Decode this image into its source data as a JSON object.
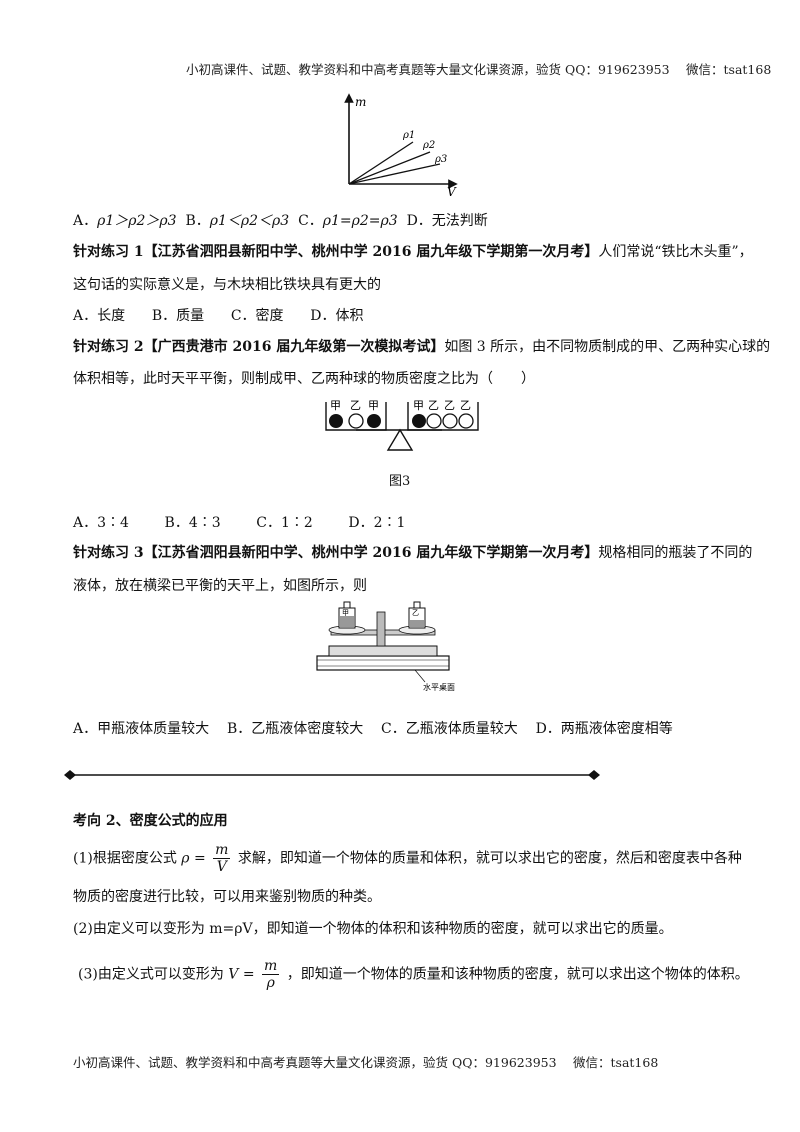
{
  "header_text": "小初高课件、试题、教学资料和中高考真题等大量文化课资源，验货 QQ：919623953　 微信：tsat168",
  "footer_text": "小初高课件、试题、教学资料和中高考真题等大量文化课资源，验货 QQ：919623953　 微信：tsat168",
  "graph1": {
    "y_axis_label": "m",
    "x_axis_label": "V",
    "line_labels": [
      "ρ1",
      "ρ2",
      "ρ3"
    ]
  },
  "q0_options": {
    "a_prefix": "A．",
    "a_text": "ρ1＞ρ2＞ρ3",
    "b_prefix": "B．",
    "b_text": "ρ1＜ρ2＜ρ3",
    "c_prefix": "C．",
    "c_text": "ρ1=ρ2=ρ3",
    "d_text": "D．无法判断"
  },
  "q1": {
    "label": "针对练习 1",
    "source": "【江苏省泗阳县新阳中学、桃州中学 2016 届九年级下学期第一次月考】",
    "stem_line1": "人们常说“铁比木头重”，",
    "stem_line2": "这句话的实际意义是，与木块相比铁块具有更大的",
    "options": [
      "A．长度",
      "B．质量",
      "C．密度",
      "D．体积"
    ]
  },
  "q2": {
    "label": "针对练习 2",
    "source": "【广西贵港市 2016 届九年级第一次模拟考试】",
    "stem_line1": "如图 3 所示，由不同物质制成的甲、乙两种实心球的",
    "stem_line2": "体积相等，此时天平平衡，则制成甲、乙两种球的物质密度之比为（　　）",
    "left_ball_labels": [
      "甲",
      "乙",
      "甲"
    ],
    "right_ball_labels": [
      "甲",
      "乙",
      "乙",
      "乙"
    ],
    "figure_caption": "图3",
    "options": [
      "A．3∶4",
      "B．4∶3",
      "C．1∶2",
      "D．2∶1"
    ]
  },
  "q3": {
    "label": "针对练习 3",
    "source": "【江苏省泗阳县新阳中学、桃州中学 2016 届九年级下学期第一次月考】",
    "stem_line1": "规格相同的瓶装了不同的",
    "stem_line2": "液体，放在横梁已平衡的天平上，如图所示，则",
    "bottle_labels": [
      "甲",
      "乙"
    ],
    "desk_label": "水平桌面",
    "options": [
      "A．甲瓶液体质量较大",
      "B．乙瓶液体密度较大",
      "C．乙瓶液体质量较大",
      "D．两瓶液体密度相等"
    ]
  },
  "section2": {
    "title": "考向 2、密度公式的应用",
    "p1_prefix": "(1)根据密度公式",
    "p1_lhs": "ρ =",
    "p1_num": "m",
    "p1_den": "V",
    "p1_rest": "求解，即知道一个物体的质量和体积，就可以求出它的密度，然后和密度表中各种",
    "p1_line2": "物质的密度进行比较，可以用来鉴别物质的种类。",
    "p2": "(2)由定义可以变形为 m=ρV，即知道一个物体的体积和该种物质的密度，就可以求出它的质量。",
    "p3_prefix": "(3)由定义式可以变形为",
    "p3_lhs": "V =",
    "p3_num": "m",
    "p3_den": "ρ",
    "p3_rest": "，即知道一个物体的质量和该种物质的密度，就可以求出这个物体的体积。"
  }
}
